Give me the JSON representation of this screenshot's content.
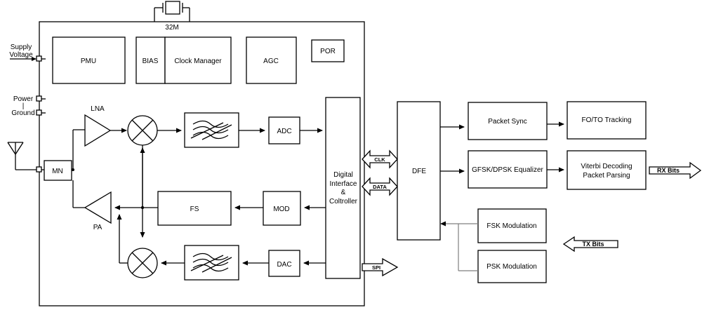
{
  "labels": {
    "crystal": "32M",
    "supply_line1": "Supply",
    "supply_line2": "Voltage",
    "power_line1": "Power",
    "power_line2": "|",
    "power_line3": "Ground",
    "pmu": "PMU",
    "bias": "BIAS",
    "clock_manager": "Clock Manager",
    "agc": "AGC",
    "por": "POR",
    "lna": "LNA",
    "pa": "PA",
    "mn": "MN",
    "adc": "ADC",
    "dac": "DAC",
    "fs": "FS",
    "mod": "MOD",
    "digital_line1": "Digital",
    "digital_line2": "Interface",
    "digital_line3": "&",
    "digital_line4": "Coltroller",
    "clk": "CLK",
    "data": "DATA",
    "spi": "SPI",
    "dfe": "DFE",
    "packet_sync": "Packet Sync",
    "fo_to_tracking": "FO/TO Tracking",
    "equalizer": "GFSK/DPSK Equalizer",
    "viterbi_line1": "Viterbi Decoding",
    "viterbi_line2": "Packet Parsing",
    "rx_bits": "RX Bits",
    "fsk_mod": "FSK Modulation",
    "psk_mod": "PSK Modulation",
    "tx_bits": "TX Bits"
  },
  "colors": {
    "stroke": "#000000",
    "feedback_line": "#7f7f7f",
    "background": "#ffffff"
  }
}
